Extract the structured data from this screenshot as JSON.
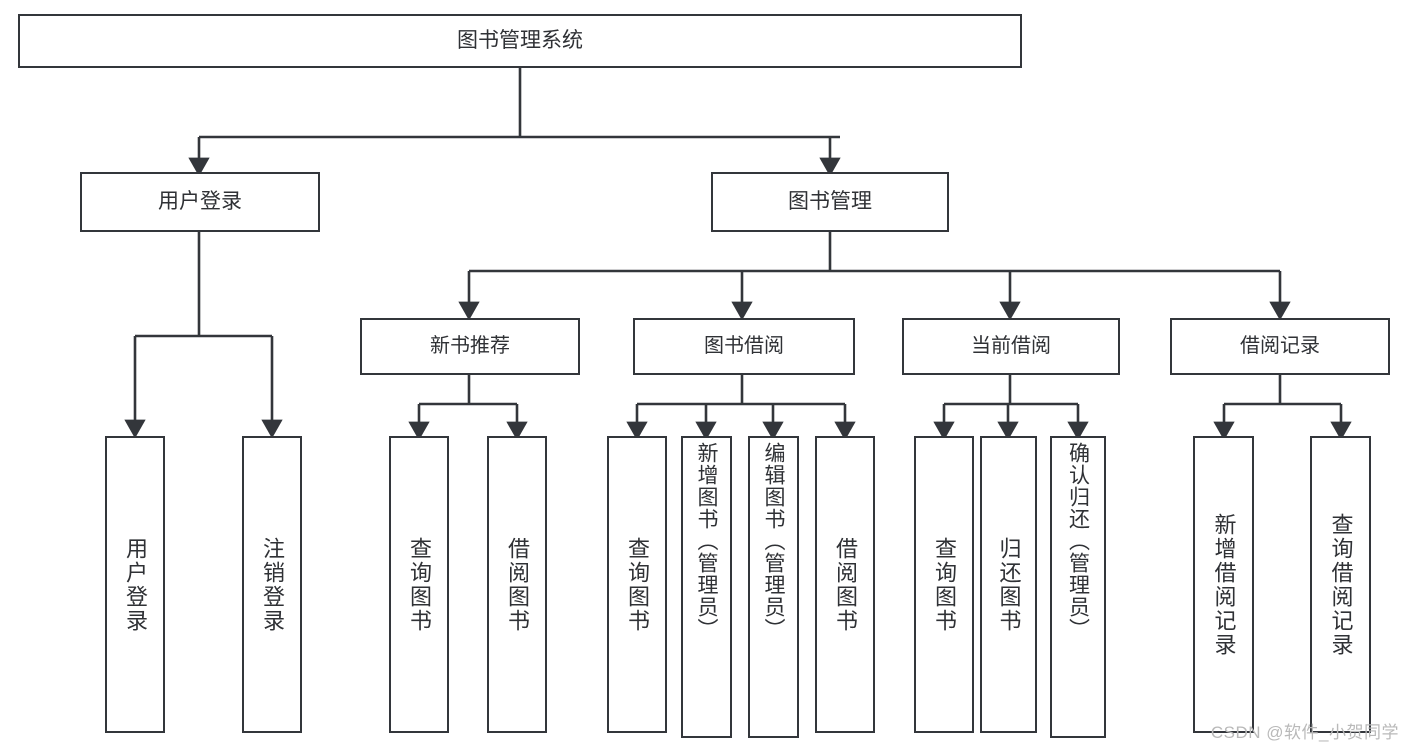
{
  "diagram": {
    "title": "图书管理系统",
    "type": "tree-hierarchy-diagram",
    "edge_color": "#33363b",
    "box_border_color": "#33363b",
    "text_color": "#2f3135",
    "background_color": "#ffffff",
    "root": {
      "id": "root",
      "label": "图书管理系统"
    },
    "level1": [
      {
        "id": "user-login",
        "label": "用户登录"
      },
      {
        "id": "book-management",
        "label": "图书管理"
      }
    ],
    "level2": [
      {
        "id": "new-book-recommend",
        "label": "新书推荐",
        "parent": "book-management"
      },
      {
        "id": "book-borrow",
        "label": "图书借阅",
        "parent": "book-management"
      },
      {
        "id": "current-borrow",
        "label": "当前借阅",
        "parent": "book-management"
      },
      {
        "id": "borrow-record",
        "label": "借阅记录",
        "parent": "book-management"
      }
    ],
    "leaves": [
      {
        "id": "leaf-user-login",
        "label": "用户登录",
        "parent": "user-login"
      },
      {
        "id": "leaf-user-logout",
        "label": "注销登录",
        "parent": "user-login"
      },
      {
        "id": "leaf-query-book-1",
        "label": "查询图书",
        "parent": "new-book-recommend"
      },
      {
        "id": "leaf-borrow-book-1",
        "label": "借阅图书",
        "parent": "new-book-recommend"
      },
      {
        "id": "leaf-query-book-2",
        "label": "查询图书",
        "parent": "book-borrow"
      },
      {
        "id": "leaf-add-book",
        "label": "新增图书（管理员）",
        "parent": "book-borrow"
      },
      {
        "id": "leaf-edit-book",
        "label": "编辑图书（管理员）",
        "parent": "book-borrow"
      },
      {
        "id": "leaf-borrow-book-2",
        "label": "借阅图书",
        "parent": "book-borrow"
      },
      {
        "id": "leaf-query-book-3",
        "label": "查询图书",
        "parent": "current-borrow"
      },
      {
        "id": "leaf-return-book",
        "label": "归还图书",
        "parent": "current-borrow"
      },
      {
        "id": "leaf-confirm-return",
        "label": "确认归还（管理员）",
        "parent": "current-borrow"
      },
      {
        "id": "leaf-add-record",
        "label": "新增借阅记录",
        "parent": "borrow-record"
      },
      {
        "id": "leaf-query-record",
        "label": "查询借阅记录",
        "parent": "borrow-record"
      }
    ]
  },
  "watermark": {
    "text": "CSDN @软件_小贺同学"
  }
}
